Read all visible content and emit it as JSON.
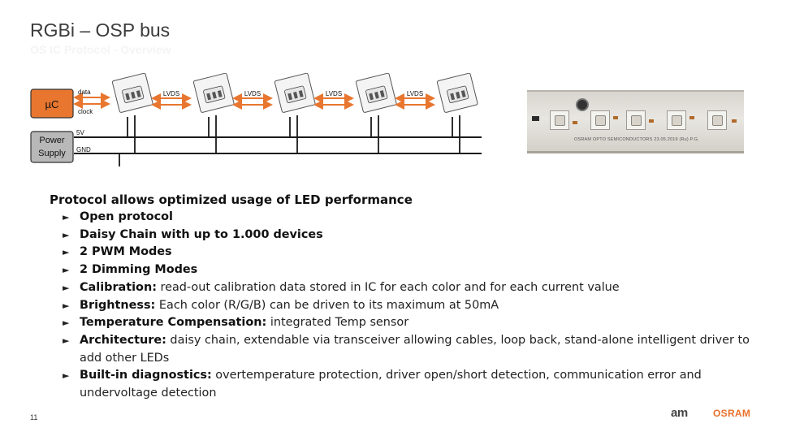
{
  "title": "RGBi – OSP bus",
  "subtitle": "OS IC Protocol - Overview",
  "diagram": {
    "uc_label": "µC",
    "data_label": "data",
    "clock_label": "clock",
    "power_label_line1": "Power",
    "power_label_line2": "Supply",
    "v5_label": "5V",
    "gnd_label": "GND",
    "lvds_labels": [
      "LVDS",
      "LVDS",
      "LVDS",
      "LVDS"
    ],
    "colors": {
      "uc_fill": "#e8762f",
      "arrow": "#e8762f",
      "power_fill": "#b8b8b8",
      "line": "#1a1a1a"
    }
  },
  "photo": {
    "caption": "OSRAM OPTO SEMICONDUCTORS 23.05.2019 (Ru)     P.G."
  },
  "content": {
    "heading": "Protocol allows optimized usage of LED performance",
    "bullet_symbol": "►",
    "bullets": [
      {
        "bold": "Open protocol",
        "text": ""
      },
      {
        "bold": "Daisy Chain with up to 1.000 devices",
        "text": ""
      },
      {
        "bold": "2 PWM Modes",
        "text": ""
      },
      {
        "bold": "2 Dimming Modes",
        "text": ""
      },
      {
        "bold": "Calibration:",
        "text": " read-out calibration data stored in IC for each color and for each current value"
      },
      {
        "bold": "Brightness:",
        "text": " Each color (R/G/B) can be driven to its maximum at 50mA"
      },
      {
        "bold": "Temperature Compensation:",
        "text": " integrated Temp sensor"
      },
      {
        "bold": "Architecture:",
        "text": " daisy chain, extendable via transceiver allowing cables, loop back, stand-alone intelligent driver to add other LEDs"
      },
      {
        "bold": "Built-in diagnostics:",
        "text": " overtemperature protection, driver open/short detection, communication error and undervoltage detection"
      }
    ]
  },
  "footer": {
    "page_number": "11",
    "brand_ams": "am",
    "brand_osram": "OSRAM",
    "brand_color": "#e8702a"
  }
}
